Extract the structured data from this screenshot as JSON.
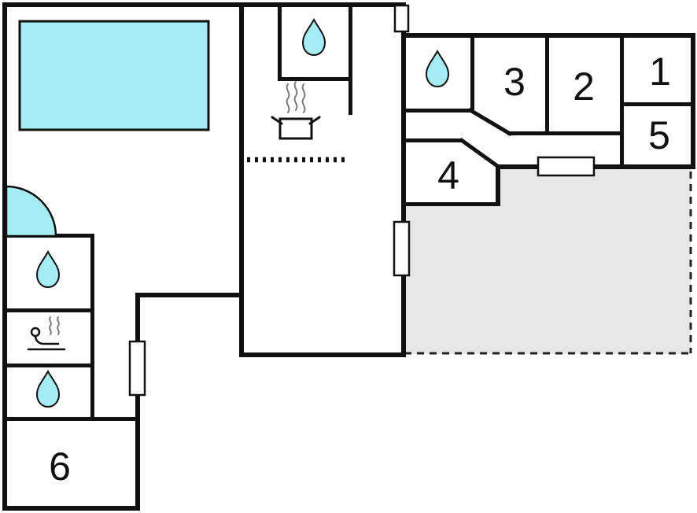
{
  "floorplan": {
    "type": "vacation-home-floor-plan",
    "colors": {
      "water": "#a6ecf4",
      "terrace": "#e7e7e7",
      "wall": "#111111",
      "background": "#ffffff"
    },
    "rooms": [
      {
        "id": "room-1",
        "label": "1"
      },
      {
        "id": "room-2",
        "label": "2"
      },
      {
        "id": "room-3",
        "label": "3"
      },
      {
        "id": "room-4",
        "label": "4"
      },
      {
        "id": "room-5",
        "label": "5"
      },
      {
        "id": "room-6",
        "label": "6"
      }
    ],
    "icons": {
      "water_drop": "bathroom water-drop icon (4x)",
      "sauna": "sauna person-with-steam icon",
      "stove": "kitchen pot-on-stove icon",
      "door_arc": "entrance door swing arc",
      "pool": "swimming pool",
      "terrace": "dashed open terrace"
    }
  }
}
